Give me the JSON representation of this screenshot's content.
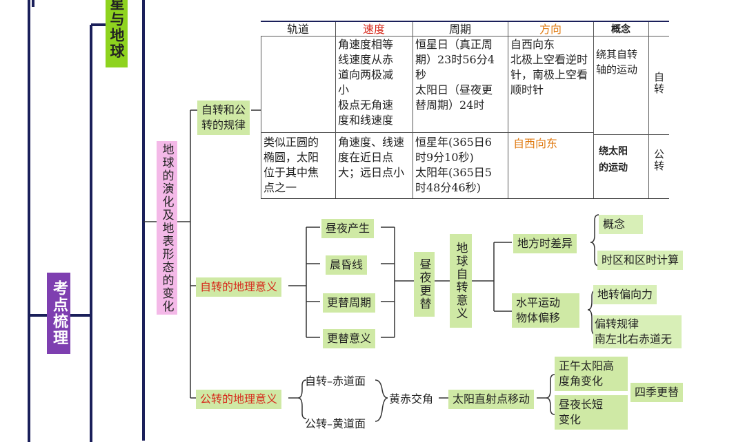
{
  "left_titles": {
    "topic_top": "星与地球",
    "review_title": "考点梳理",
    "evolution_title": "地球的演化及地表形态的变化"
  },
  "table": {
    "headers": [
      "轨道",
      "速度",
      "周期",
      "方向",
      "概念"
    ],
    "row1": {
      "orbit": "",
      "speed": "角速度相等\n线速度从赤\n道向两极减\n小\n极点无角速\n度和线速度",
      "period": "恒星日（真正周\n期）23时56分4\n秒\n太阳日（昼夜更\n替周期）24时",
      "direction": "自西向东\n北极上空看逆时\n针，南极上空看\n顺时针",
      "concept": "绕其自转\n轴的运动",
      "label": "自转"
    },
    "row2": {
      "orbit": "类似正圆的\n椭圆，太阳\n位于其中焦\n点之一",
      "speed": "角速度、线速\n度在近日点\n大；远日点小",
      "period": "恒星年(365日6\n时9分10秒)\n太阳年(365日5\n时48分46秒)",
      "direction": "自西向东",
      "concept": "绕太阳\n的运动",
      "label": "公转"
    }
  },
  "tree": {
    "rules": "自转和公\n转的规律",
    "rotation_significance": "自转的地理意义",
    "revolution_significance": "公转的地理意义",
    "day_night_items": [
      "昼夜产生",
      "晨昏线",
      "更替周期",
      "更替意义"
    ],
    "day_night_alt": "昼夜更替",
    "earth_rotation_significance": "地球自转意义",
    "local_time": "地方时差异",
    "concept": "概念",
    "time_zone": "时区和区时计算",
    "horizontal_motion": "水平运动\n物体偏移",
    "coriolis": "地转偏向力",
    "deflection_rule": "偏转规律\n南左北右赤道无",
    "rotation_plane": "自转–赤道面",
    "revolution_plane": "公转–黄道面",
    "obliquity": "黄赤交角",
    "subsolar": "太阳直射点移动",
    "noon_angle": "正午太阳高\n度角变化",
    "day_length": "昼夜长短\n变化",
    "seasons": "四季更替"
  },
  "colors": {
    "lime": "#8ed31f",
    "green_box": "#cfe9a5",
    "purple": "#7e3fb0",
    "pink": "#f4b9e8",
    "orange": "#e07a10",
    "red": "#d62a1c"
  }
}
